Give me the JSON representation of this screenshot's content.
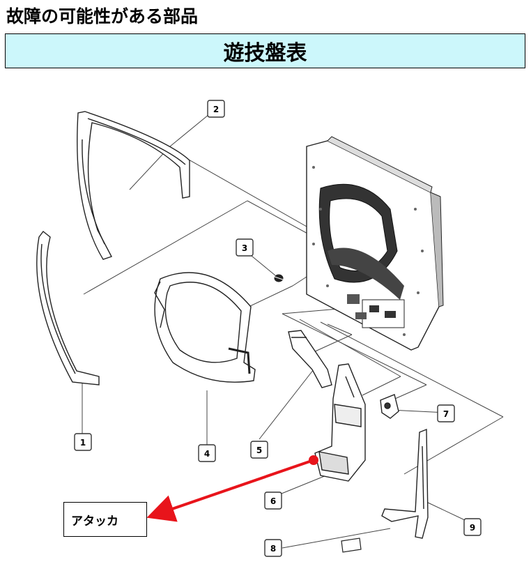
{
  "heading": "故障の可能性がある部品",
  "banner": {
    "label": "遊技盤表",
    "background": "#ccf7fb"
  },
  "callout": {
    "label": "アタッカ",
    "arrow_color": "#e8141b"
  },
  "parts": [
    {
      "number": "1"
    },
    {
      "number": "2"
    },
    {
      "number": "3"
    },
    {
      "number": "4"
    },
    {
      "number": "5"
    },
    {
      "number": "6"
    },
    {
      "number": "7"
    },
    {
      "number": "8"
    },
    {
      "number": "9"
    }
  ]
}
